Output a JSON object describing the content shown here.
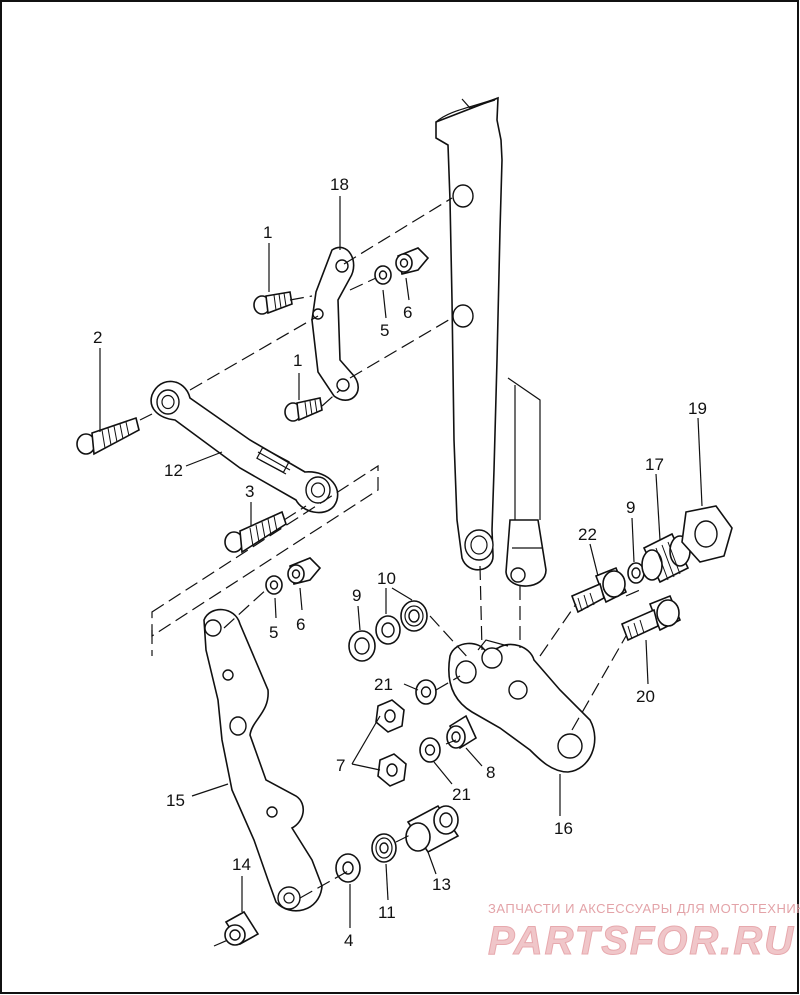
{
  "callouts": [
    {
      "id": "c1a",
      "text": "1"
    },
    {
      "id": "c1b",
      "text": "1"
    },
    {
      "id": "c2",
      "text": "2"
    },
    {
      "id": "c3",
      "text": "3"
    },
    {
      "id": "c4",
      "text": "4"
    },
    {
      "id": "c5a",
      "text": "5"
    },
    {
      "id": "c5b",
      "text": "5"
    },
    {
      "id": "c6a",
      "text": "6"
    },
    {
      "id": "c6b",
      "text": "6"
    },
    {
      "id": "c7",
      "text": "7"
    },
    {
      "id": "c8",
      "text": "8"
    },
    {
      "id": "c9a",
      "text": "9"
    },
    {
      "id": "c9b",
      "text": "9"
    },
    {
      "id": "c10",
      "text": "10"
    },
    {
      "id": "c11",
      "text": "11"
    },
    {
      "id": "c12",
      "text": "12"
    },
    {
      "id": "c13",
      "text": "13"
    },
    {
      "id": "c14",
      "text": "14"
    },
    {
      "id": "c15",
      "text": "15"
    },
    {
      "id": "c16",
      "text": "16"
    },
    {
      "id": "c17",
      "text": "17"
    },
    {
      "id": "c18",
      "text": "18"
    },
    {
      "id": "c19",
      "text": "19"
    },
    {
      "id": "c20",
      "text": "20"
    },
    {
      "id": "c21a",
      "text": "21"
    },
    {
      "id": "c21b",
      "text": "21"
    },
    {
      "id": "c22",
      "text": "22"
    }
  ],
  "watermark": {
    "tagline": "ЗАПЧАСТИ И АКСЕССУАРЫ ДЛЯ МОТОТЕХНИКИ",
    "brand": "PARTSFOR.RU"
  },
  "colors": {
    "line": "#111111",
    "watermark": "#e3a3a8"
  }
}
